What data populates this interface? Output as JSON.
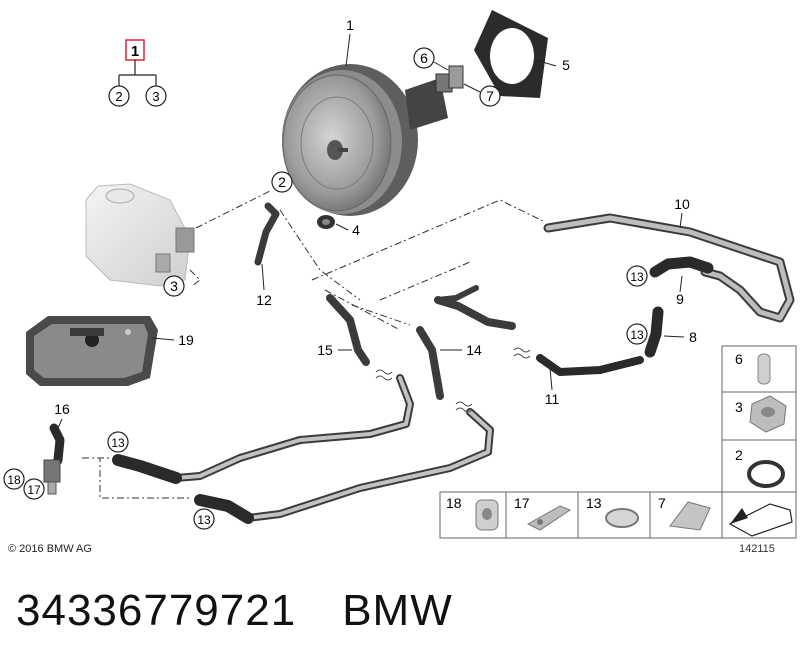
{
  "diagram": {
    "callouts": {
      "c1": "1",
      "c2": "2",
      "c3": "3",
      "c4": "4",
      "c5": "5",
      "c6": "6",
      "c7": "7",
      "c8": "8",
      "c9": "9",
      "c10": "10",
      "c11": "11",
      "c12": "12",
      "c13": "13",
      "c14": "14",
      "c15": "15",
      "c16": "16",
      "c17": "17",
      "c18": "18",
      "c19": "19"
    },
    "legend_tree": {
      "top": "1",
      "left": "2",
      "right": "3"
    },
    "inset_right": [
      "6",
      "3",
      "2"
    ],
    "inset_bottom": [
      "18",
      "17",
      "13",
      "7"
    ]
  },
  "copyright": "© 2016 BMW AG",
  "diagram_number": "142115",
  "footer": {
    "part_number": "34336779721",
    "brand": "BMW"
  }
}
